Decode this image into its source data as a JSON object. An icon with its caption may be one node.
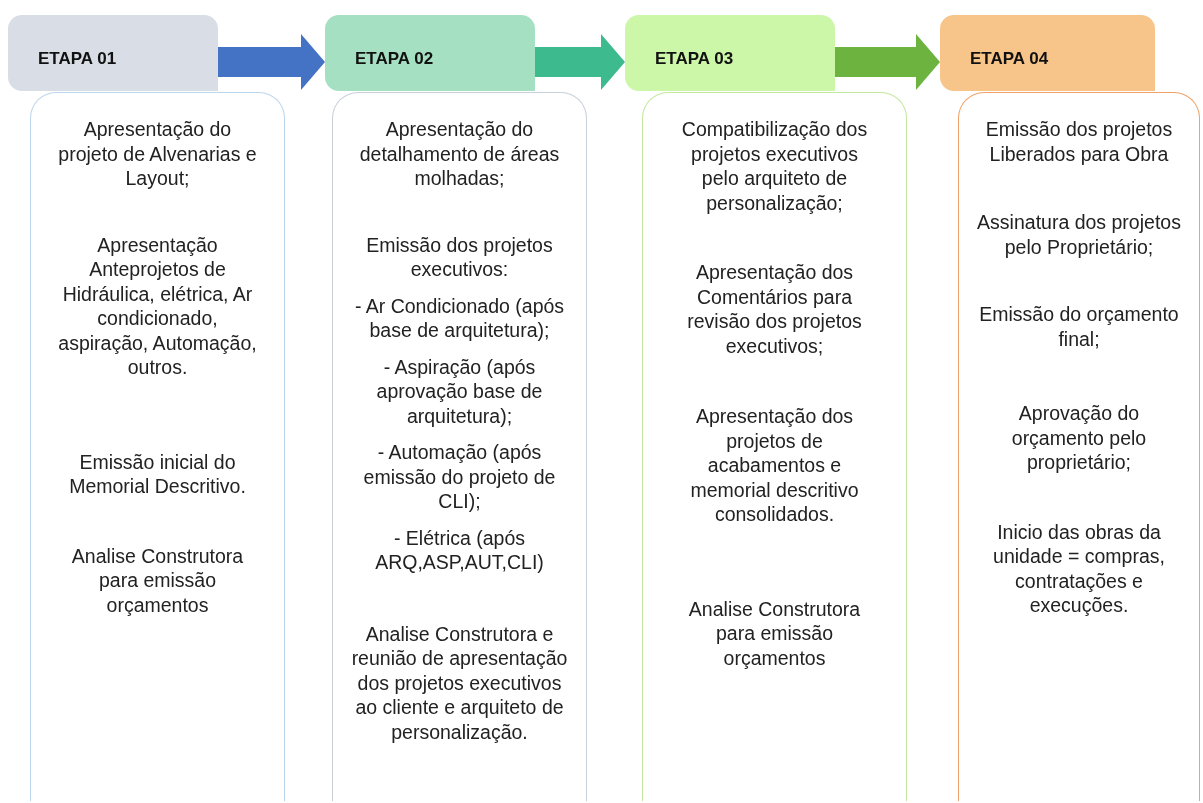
{
  "diagram": {
    "nodes": [
      {
        "text": [
          "ETAPA 01"
        ]
      },
      {
        "text": [
          "Apresentação do projeto de Alvenarias e Layout;",
          "Apresentação Anteprojetos de Hidráulica, elétrica, Ar condicionado, aspiração, Automação, outros.",
          "Emissão inicial do Memorial Descritivo.",
          "Analise Construtora para emissão orçamentos"
        ]
      },
      {
        "text": [
          "ETAPA 02"
        ]
      },
      {
        "text": [
          "Apresentação do detalhamento de áreas molhadas;",
          "Emissão dos projetos executivos:",
          "- Ar Condicionado (após base de arquitetura);",
          "- Aspiração (após aprovação base de arquitetura);",
          "- Automação (após emissão do projeto de CLI);",
          "- Elétrica (após ARQ,ASP,AUT,CLI)",
          "Analise Construtora e reunião de apresentação dos projetos executivos ao cliente e arquiteto de personalização."
        ]
      },
      {
        "text": [
          "ETAPA 03"
        ]
      },
      {
        "text": [
          "Compatibilização dos projetos executivos pelo arquiteto de personalização;",
          "Apresentação dos Comentários para revisão dos projetos executivos;",
          "Apresentação dos projetos de acabamentos e memorial descritivo consolidados.",
          "Analise Construtora para emissão orçamentos"
        ]
      },
      {
        "text": [
          "ETAPA 04"
        ]
      },
      {
        "text": [
          "Emissão dos projetos Liberados para Obra",
          "Assinatura dos projetos pelo Proprietário;",
          "Emissão do orçamento final;",
          "Aprovação do orçamento pelo proprietário;",
          "Inicio das obras da unidade = compras, contratações e execuções."
        ]
      }
    ],
    "edges": [
      {
        "from": 0,
        "to": 2,
        "arrow": "to",
        "color": "#4472c4"
      },
      {
        "from": 2,
        "to": 4,
        "arrow": "to",
        "color": "#3dbb8e"
      },
      {
        "from": 4,
        "to": 6,
        "arrow": "to",
        "color": "#6cb33f"
      }
    ]
  }
}
